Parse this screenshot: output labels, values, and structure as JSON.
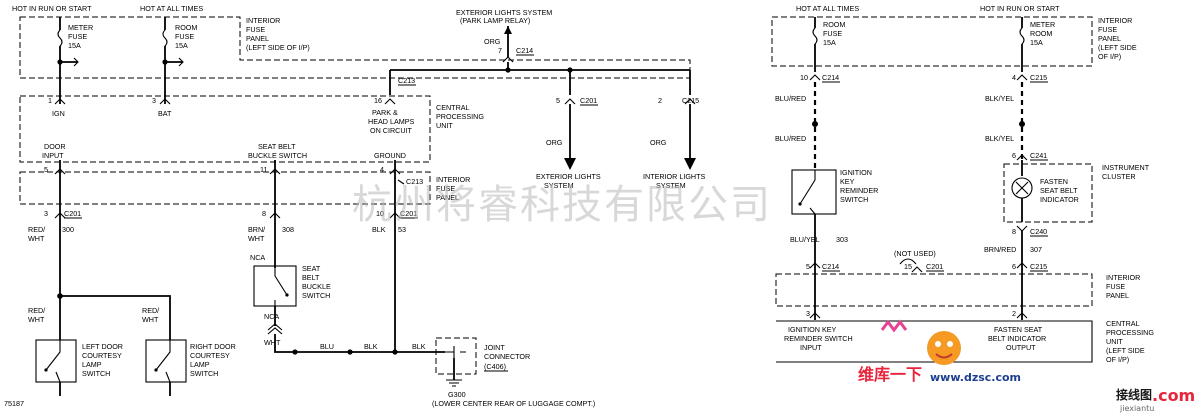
{
  "left": {
    "top_labels": {
      "hot_run_start": "HOT IN RUN OR START",
      "hot_all_times": "HOT AT ALL TIMES"
    },
    "fuse_meter": {
      "name": "METER",
      "type": "FUSE",
      "rating": "15A"
    },
    "fuse_room": {
      "name": "ROOM",
      "type": "FUSE",
      "rating": "15A"
    },
    "fuse_panel": [
      "INTERIOR",
      "FUSE",
      "PANEL",
      "(LEFT SIDE OF I/P)"
    ],
    "ext_lights_relay": [
      "EXTERIOR LIGHTS SYSTEM",
      "(PARK LAMP RELAY)"
    ],
    "wire_org": "ORG",
    "conn_7": "7",
    "c214": "C214",
    "c213": "C213",
    "pin_1": "1",
    "pin_3": "3",
    "pin_16": "16",
    "pin_5a": "5",
    "pin_2": "2",
    "ign": "IGN",
    "bat": "BAT",
    "park_head": [
      "PARK &",
      "HEAD LAMPS",
      "ON CIRCUIT"
    ],
    "cpu": [
      "CENTRAL",
      "PROCESSING",
      "UNIT"
    ],
    "c201": "C201",
    "c215": "C215",
    "ext_lights_sys": [
      "EXTERIOR LIGHTS",
      "SYSTEM"
    ],
    "int_lights_sys": [
      "INTERIOR LIGHTS",
      "SYSTEM"
    ],
    "door_input": [
      "DOOR",
      "INPUT"
    ],
    "seat_belt_buckle": [
      "SEAT BELT",
      "BUCKLE SWITCH"
    ],
    "ground": "GROUND",
    "pin_5": "5",
    "pin_11": "11",
    "pin_4": "4",
    "int_fuse_panel": [
      "INTERIOR",
      "FUSE",
      "PANEL"
    ],
    "pin_3b": "3",
    "pin_8": "8",
    "pin_10": "10",
    "red_wht": [
      "RED/",
      "WHT"
    ],
    "w300": "300",
    "brn_wht": [
      "BRN/",
      "WHT"
    ],
    "w308": "308",
    "blk": "BLK",
    "w53": "53",
    "nca": "NCA",
    "seat_belt_switch": [
      "SEAT",
      "BELT",
      "BUCKLE",
      "SWITCH"
    ],
    "wht": "WHT",
    "blu": "BLU",
    "joint_conn": [
      "JOINT",
      "CONNECTOR"
    ],
    "c406": "(C406)",
    "g300": "G300",
    "g300_loc": "(LOWER CENTER REAR OF LUGGAGE COMPT.)",
    "left_door": [
      "LEFT DOOR",
      "COURTESY",
      "LAMP",
      "SWITCH"
    ],
    "right_door": [
      "RIGHT DOOR",
      "COURTESY",
      "LAMP",
      "SWITCH"
    ],
    "fig_num": "75187"
  },
  "right": {
    "hot_all_times": "HOT AT ALL TIMES",
    "hot_run_start": "HOT IN RUN OR START",
    "fuse_room": {
      "name": "ROOM",
      "type": "FUSE",
      "rating": "15A"
    },
    "fuse_meter": {
      "name": "METER",
      "type": "ROOM",
      "rating": "15A"
    },
    "fuse_panel": [
      "INTERIOR",
      "FUSE",
      "PANEL",
      "(LEFT SIDE",
      "OF I/P)"
    ],
    "pin_10": "10",
    "c214": "C214",
    "pin_4": "4",
    "c215": "C215",
    "blu_red": "BLU/RED",
    "blk_yel": "BLK/YEL",
    "pin_6": "6",
    "c241": "C241",
    "ign_key_switch": [
      "IGNITION",
      "KEY",
      "REMINDER",
      "SWITCH"
    ],
    "instrument_cluster": [
      "INSTRUMENT",
      "CLUSTER"
    ],
    "fasten_indicator": [
      "FASTEN",
      "SEAT BELT",
      "INDICATOR"
    ],
    "pin_8": "8",
    "c240": "C240",
    "blu_yel": "BLU/YEL",
    "w303": "303",
    "brn_red": "BRN/RED",
    "w307": "307",
    "not_used": "(NOT USED)",
    "pin_5": "5",
    "pin_15": "15",
    "c201": "C201",
    "pin_6b": "6",
    "int_fuse_panel": [
      "INTERIOR",
      "FUSE",
      "PANEL"
    ],
    "pin_3": "3",
    "pin_2": "2",
    "cpu_input": [
      "IGNITION KEY",
      "REMINDER SWITCH",
      "INPUT"
    ],
    "cpu_output": [
      "FASTEN SEAT",
      "BELT INDICATOR",
      "OUTPUT"
    ],
    "cpu_side": [
      "CENTRAL",
      "PROCESSING",
      "UNIT",
      "(LEFT SIDE",
      "OF I/P)"
    ]
  },
  "watermarks": {
    "main": "杭州将睿科技有限公司",
    "dzsc_top": "维库一下",
    "dzsc_url": "www.dzsc.com",
    "jiexiantu": "接线图",
    "jiexiantu_url": "jiexiantu",
    "com": ".com"
  }
}
